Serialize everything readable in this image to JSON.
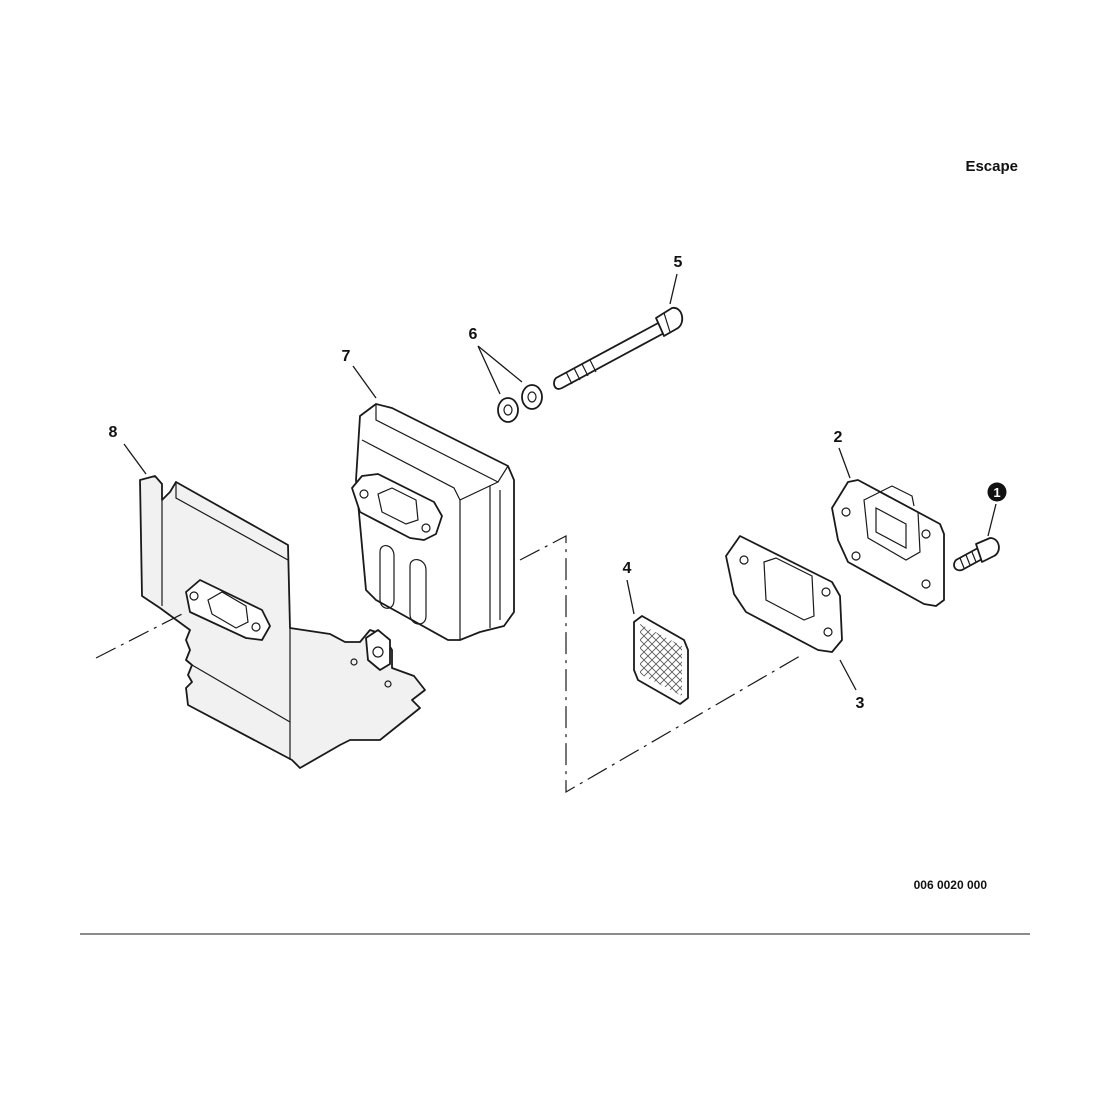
{
  "header": {
    "section_title": "Escape"
  },
  "callouts": {
    "c1": "1",
    "c2": "2",
    "c3": "3",
    "c4": "4",
    "c5": "5",
    "c6": "6",
    "c7": "7",
    "c8": "8"
  },
  "footer": {
    "reference_number": "006 0020 000"
  },
  "colors": {
    "ink": "#1a1a1a",
    "background": "#ffffff",
    "badge_fill": "#111111"
  }
}
